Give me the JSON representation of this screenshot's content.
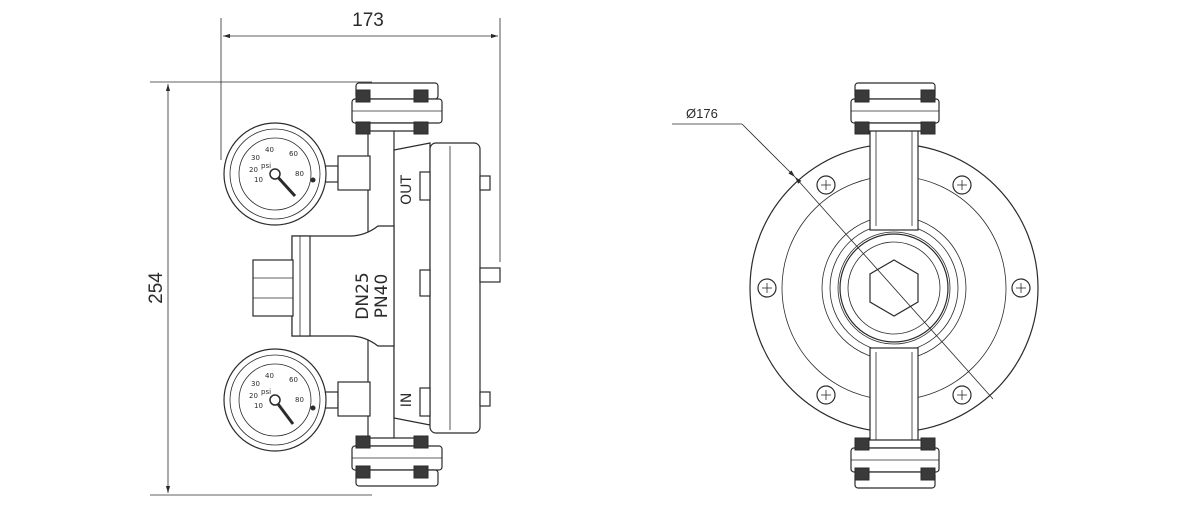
{
  "dimensions": {
    "width": "173",
    "height": "254",
    "diameter": "Ø176"
  },
  "body_markings": {
    "size": "DN25",
    "pressure": "PN40",
    "outlet": "OUT",
    "inlet": "IN"
  },
  "gauge": {
    "unit": "psi",
    "ticks": [
      "10",
      "20",
      "30",
      "40",
      "60",
      "80"
    ]
  }
}
